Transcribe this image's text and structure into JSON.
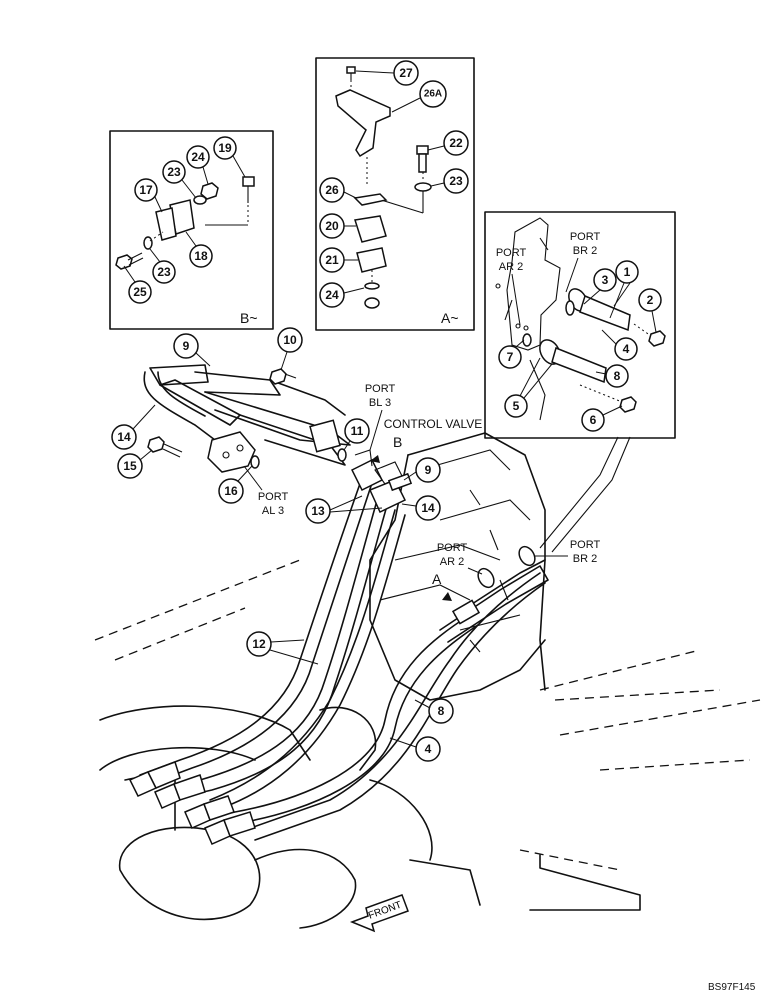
{
  "inset_b": {
    "caption": "B~",
    "parts": [
      {
        "n": "19"
      },
      {
        "n": "24"
      },
      {
        "n": "23"
      },
      {
        "n": "17"
      },
      {
        "n": "18"
      },
      {
        "n": "23"
      },
      {
        "n": "25"
      }
    ]
  },
  "inset_a": {
    "caption": "A~",
    "parts": [
      {
        "n": "27"
      },
      {
        "n": "26A"
      },
      {
        "n": "22"
      },
      {
        "n": "23"
      },
      {
        "n": "26"
      },
      {
        "n": "20"
      },
      {
        "n": "21"
      },
      {
        "n": "24"
      }
    ]
  },
  "inset_ports": {
    "port_ar2": [
      "PORT",
      "AR 2"
    ],
    "port_br2": [
      "PORT",
      "BR 2"
    ],
    "parts": [
      {
        "n": "3"
      },
      {
        "n": "1"
      },
      {
        "n": "2"
      },
      {
        "n": "4"
      },
      {
        "n": "7"
      },
      {
        "n": "8"
      },
      {
        "n": "5"
      },
      {
        "n": "6"
      }
    ]
  },
  "main": {
    "port_bl3": [
      "PORT",
      "BL 3"
    ],
    "control_valve": "CONTROL VALVE",
    "view_b": "B",
    "view_a": "A",
    "port_al3": [
      "PORT",
      "AL 3"
    ],
    "port_ar2": [
      "PORT",
      "AR 2"
    ],
    "port_br2": [
      "PORT",
      "BR 2"
    ],
    "front": "FRONT",
    "parts": [
      {
        "n": "9"
      },
      {
        "n": "10"
      },
      {
        "n": "14"
      },
      {
        "n": "15"
      },
      {
        "n": "11"
      },
      {
        "n": "9"
      },
      {
        "n": "16"
      },
      {
        "n": "13"
      },
      {
        "n": "14"
      },
      {
        "n": "12"
      },
      {
        "n": "8"
      },
      {
        "n": "4"
      }
    ]
  },
  "reference": "BS97F145"
}
